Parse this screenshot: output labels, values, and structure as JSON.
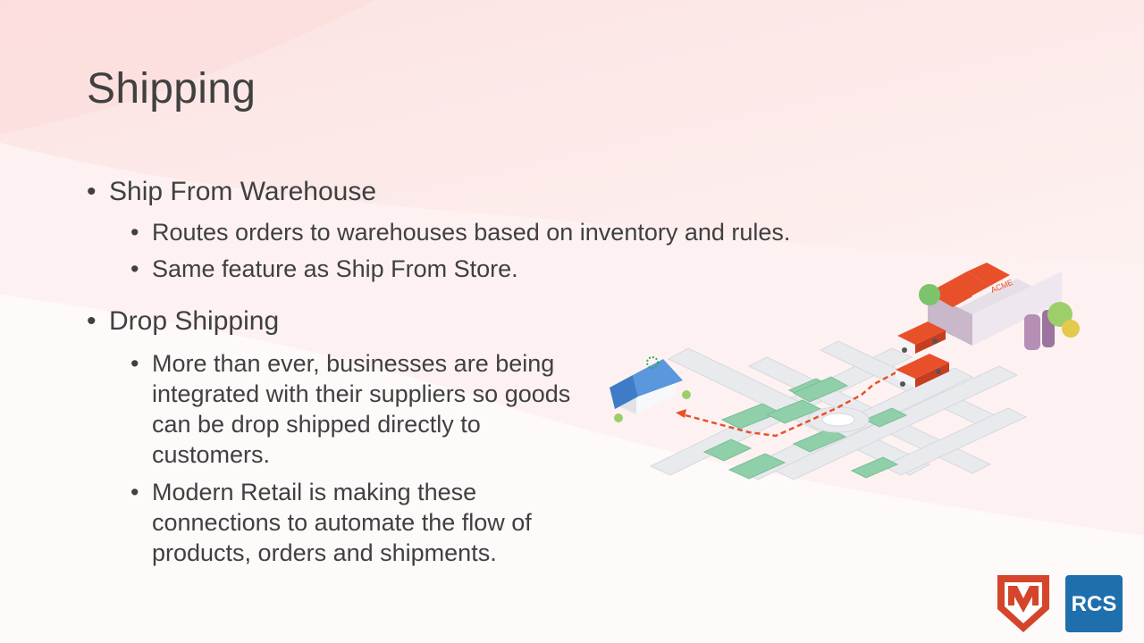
{
  "slide": {
    "title": "Shipping",
    "bullets": [
      {
        "text": "Ship From Warehouse",
        "sub": [
          "Routes orders to warehouses based on inventory and rules.",
          "Same feature as Ship From Store."
        ]
      },
      {
        "text": "Drop Shipping",
        "sub": [
          "More than ever, businesses are being integrated with their suppliers so goods can be drop shipped directly to customers.",
          "Modern Retail is making these connections to automate the flow of products, orders and shipments."
        ]
      }
    ]
  },
  "illustration": {
    "factory_sign": "ACME"
  },
  "logos": {
    "right_logo_text": "RCS",
    "left_logo_letter": "M"
  },
  "colors": {
    "title_text": "#404040",
    "background_tint": "#fbe4e4",
    "route_dashes": "#e8502a",
    "rcs_blue": "#1f6fad",
    "m_logo_red": "#d4452b"
  }
}
